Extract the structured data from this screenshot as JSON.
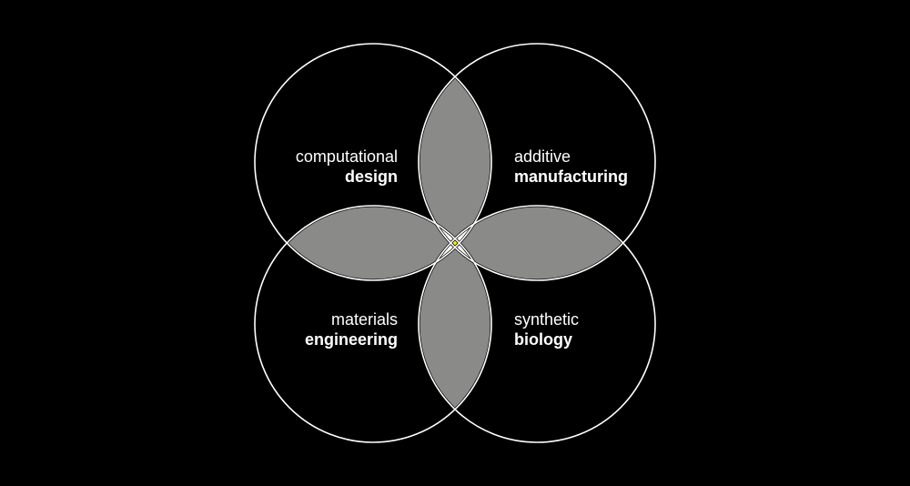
{
  "diagram": {
    "circles": [
      {
        "thin": "computational",
        "bold": "design"
      },
      {
        "thin": "additive",
        "bold": "manufacturing"
      },
      {
        "thin": "materials",
        "bold": "engineering"
      },
      {
        "thin": "synthetic",
        "bold": "biology"
      }
    ],
    "colors": {
      "background": "#000000",
      "outline": "#ffffff",
      "pair_overlap": "#8a8b88",
      "triple_overlap": "#ffffff",
      "center": "#f2f000",
      "region_stroke": "#000000"
    }
  }
}
